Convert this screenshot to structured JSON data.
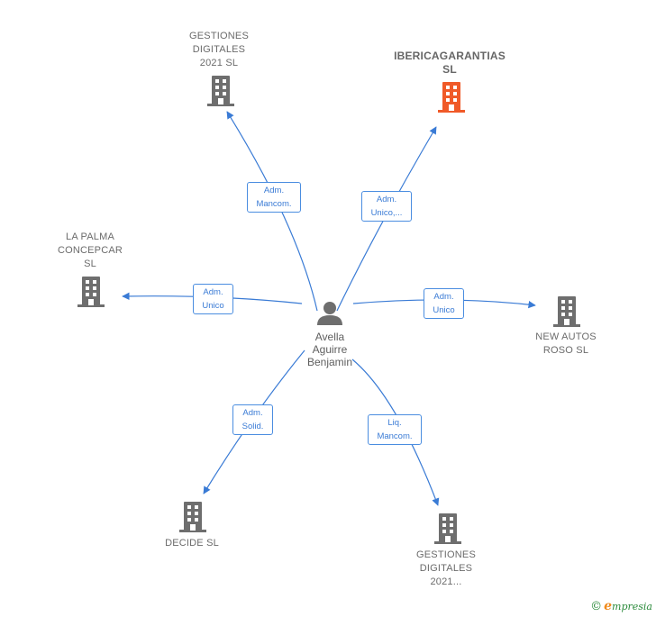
{
  "center": {
    "label": "Avella\nAguirre\nBenjamin"
  },
  "companies": [
    {
      "id": "gestiones1",
      "label": "GESTIONES\nDIGITALES\n2021  SL",
      "highlight": false
    },
    {
      "id": "iberica",
      "label": "IBERICAGARANTIAS\nSL",
      "highlight": true
    },
    {
      "id": "lapalma",
      "label": "LA PALMA\nCONCEPCAR\nSL",
      "highlight": false
    },
    {
      "id": "newautos",
      "label": "NEW AUTOS\nROSO SL",
      "highlight": false
    },
    {
      "id": "decide",
      "label": "DECIDE SL",
      "highlight": false
    },
    {
      "id": "gestiones2",
      "label": "GESTIONES\nDIGITALES\n2021...",
      "highlight": false
    }
  ],
  "edges": [
    {
      "to": "gestiones1",
      "label": "Adm.\nMancom."
    },
    {
      "to": "iberica",
      "label": "Adm.\nUnico,..."
    },
    {
      "to": "lapalma",
      "label": "Adm.\nUnico"
    },
    {
      "to": "newautos",
      "label": "Adm.\nUnico"
    },
    {
      "to": "decide",
      "label": "Adm.\nSolid."
    },
    {
      "to": "gestiones2",
      "label": "Liq.\nMancom."
    }
  ],
  "colors": {
    "edge": "#3a7bd5",
    "building": "#6e6e6e",
    "building_highlight": "#f05a28"
  },
  "brand": {
    "copyright": "©",
    "initial": "e",
    "name": "mpresia"
  }
}
